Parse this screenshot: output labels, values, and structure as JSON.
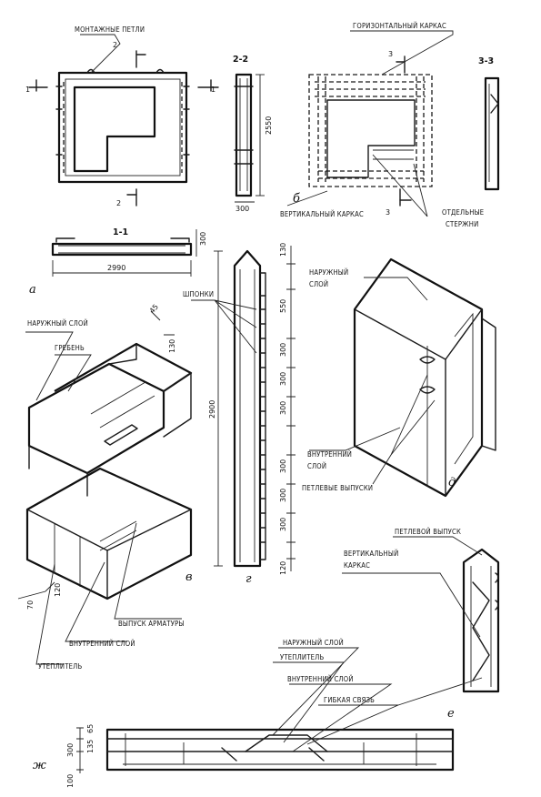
{
  "labels": {
    "montazhnye_petli": "МОНТАЖНЫЕ ПЕТЛИ",
    "gorizontalny_karkas": "ГОРИЗОНТАЛЬНЫЙ КАРКАС",
    "vertikalny_karkas_b": "ВЕРТИКАЛЬНЫЙ КАРКАС",
    "otdelnye": "ОТДЕЛЬНЫЕ",
    "sterzhni": "СТЕРЖНИ",
    "naruzhny_v": "НАРУЖНЫЙ СЛОЙ",
    "greben": "ГРЕБЕНЬ",
    "shponki": "ШПОНКИ",
    "naruzhny_d1": "НАРУЖНЫЙ",
    "naruzhny_d2": "СЛОЙ",
    "vnutrenny_d1": "ВНУТРЕННИЙ",
    "vnutrenny_d2": "СЛОЙ",
    "petlevye_vypuski": "ПЕТЛЕВЫЕ ВЫПУСКИ",
    "vypusk_armatury": "ВЫПУСК АРМАТУРЫ",
    "vnutrenny_v": "ВНУТРЕННИЙ СЛОЙ",
    "uteplitel_v": "УТЕПЛИТЕЛЬ",
    "petlevoy_vypusk": "ПЕТЛЕВОЙ ВЫПУСК",
    "vertikalny_e1": "ВЕРТИКАЛЬНЫЙ",
    "vertikalny_e2": "КАРКАС",
    "naruzhny_zh": "НАРУЖНЫЙ СЛОЙ",
    "uteplitel_zh": "УТЕПЛИТЕЛЬ",
    "vnutrenny_zh": "ВНУТРЕННИЙ СЛОЙ",
    "gibkaya_svyaz": "ГИБКАЯ СВЯЗЬ"
  },
  "sections": {
    "s22": "2-2",
    "s33": "3-3",
    "s11": "1-1",
    "mark1": "1",
    "mark2": "2",
    "mark3": "3"
  },
  "letters": {
    "a": "а",
    "b": "б",
    "v": "в",
    "g": "г",
    "d": "д",
    "e": "е",
    "zh": "ж"
  },
  "dims": {
    "d2550": "2550",
    "d300_22": "300",
    "d300_11": "300",
    "d2990": "2990",
    "d45": "45",
    "d130_v": "130",
    "d120_v": "120",
    "d70_v": "70",
    "d2900": "2900",
    "g_top130": "130",
    "g_550": "550",
    "g_300_1": "300",
    "g_300_2": "300",
    "g_300_3": "300",
    "g_300_4": "300",
    "g_300_5": "300",
    "g_300_6": "300",
    "g_120": "120",
    "zh_65": "65",
    "zh_135": "135",
    "zh_300": "300",
    "zh_100": "100"
  }
}
